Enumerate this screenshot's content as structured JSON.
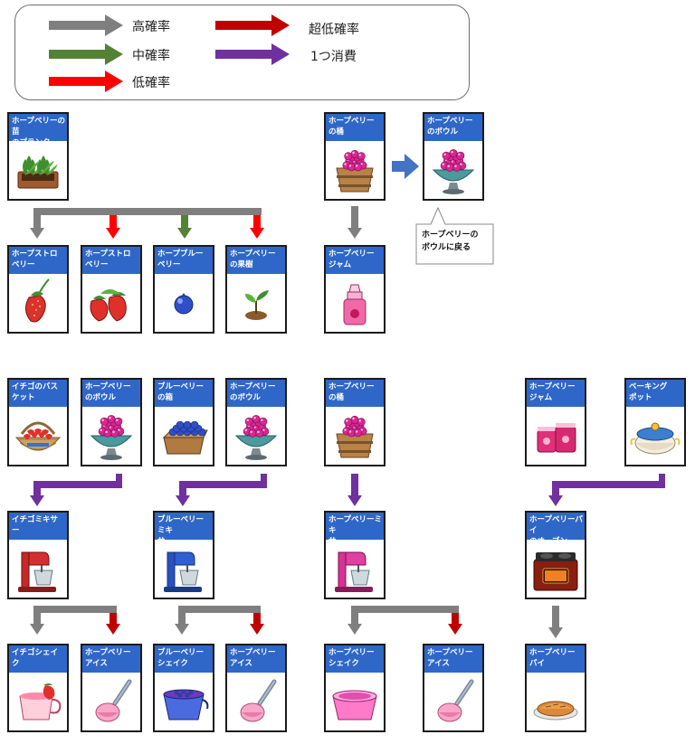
{
  "colors": {
    "high": "#7f7f7f",
    "medium": "#548235",
    "low": "#ff0000",
    "very_low": "#c00000",
    "consume": "#7030a0",
    "transform": "#4472c4",
    "header": "#2f67c8"
  },
  "legend": {
    "items": [
      {
        "key": "high",
        "label": "高確率"
      },
      {
        "key": "medium",
        "label": "中確率"
      },
      {
        "key": "low",
        "label": "低確率"
      },
      {
        "key": "very_low",
        "label": "超低確率"
      },
      {
        "key": "consume",
        "label": "1つ消費"
      }
    ]
  },
  "cards": {
    "planter": {
      "title": "ホープベリーの苗\nのプランター",
      "icon": "planter-icon"
    },
    "bucket1": {
      "title": "ホープベリー\nの桶",
      "icon": "berry-bucket-icon"
    },
    "bowl_top": {
      "title": "ホープベリー\nのボウル",
      "icon": "berry-bowl-icon"
    },
    "strawberry1": {
      "title": "ホープストロ\nベリー",
      "icon": "strawberry-icon"
    },
    "strawberry2": {
      "title": "ホープストロ\nベリー",
      "icon": "strawberries-icon"
    },
    "blueberry": {
      "title": "ホープブルー\nベリー",
      "icon": "blueberry-icon"
    },
    "tree": {
      "title": "ホープベリー\nの果樹",
      "icon": "sprout-icon"
    },
    "jam_top": {
      "title": "ホープベリー\nジャム",
      "icon": "jam-bottle-icon"
    },
    "basket": {
      "title": "イチゴのバス\nケット",
      "icon": "strawberry-basket-icon"
    },
    "bowl2": {
      "title": "ホープベリー\nのボウル",
      "icon": "berry-bowl-icon"
    },
    "bluebox": {
      "title": "ブルーベリー\nの箱",
      "icon": "blueberry-box-icon"
    },
    "bowl3": {
      "title": "ホープベリー\nのボウル",
      "icon": "berry-bowl-icon"
    },
    "bucket2": {
      "title": "ホープベリー\nの桶",
      "icon": "berry-bucket-icon"
    },
    "jam2": {
      "title": "ホープベリー\nジャム",
      "icon": "jam-jars-icon"
    },
    "pot": {
      "title": "ベーキング\nポット",
      "icon": "baking-pot-icon"
    },
    "mixer_red": {
      "title": "イチゴミキサー",
      "icon": "red-mixer-icon"
    },
    "mixer_blue": {
      "title": "ブルーベリーミキ\nサー",
      "icon": "blue-mixer-icon"
    },
    "mixer_pink": {
      "title": "ホープベリーミキ\nサー",
      "icon": "pink-mixer-icon"
    },
    "oven": {
      "title": "ホープベリーパイ\nのオーブン",
      "icon": "oven-icon"
    },
    "shake1": {
      "title": "イチゴシェイ\nク",
      "icon": "strawberry-shake-icon"
    },
    "ice1": {
      "title": "ホープベリー\nアイス",
      "icon": "ice-cream-scoop-icon"
    },
    "shake2": {
      "title": "ブルーベリー\nシェイク",
      "icon": "blueberry-shake-icon"
    },
    "ice2": {
      "title": "ホープベリー\nアイス",
      "icon": "ice-cream-scoop-icon"
    },
    "shake3": {
      "title": "ホープベリー\nシェイク",
      "icon": "berry-shake-icon"
    },
    "ice3": {
      "title": "ホープベリー\nアイス",
      "icon": "ice-cream-scoop-icon"
    },
    "pie": {
      "title": "ホープベリー\nパイ",
      "icon": "pie-icon"
    }
  },
  "callout": {
    "text": "ホープベリーの\nボウルに戻る"
  }
}
